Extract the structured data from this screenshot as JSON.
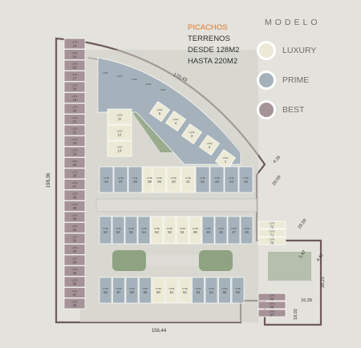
{
  "info": {
    "title": "PICACHOS",
    "line1": "TERRENOS",
    "line2": "DESDE 128M2",
    "line3": "HASTA 220M2",
    "accent_color": "#e2762d"
  },
  "legend": {
    "title": "MODELO",
    "items": [
      {
        "label": "LUXURY",
        "color": "#ecead6"
      },
      {
        "label": "PRIME",
        "color": "#a5b2bb"
      },
      {
        "label": "BEST",
        "color": "#a69397"
      }
    ]
  },
  "plan": {
    "colors": {
      "background": "#e3e2dc",
      "boundary": "#6e5a57",
      "luxury": "#ecead6",
      "prime": "#a5b2bb",
      "best": "#a69397",
      "garden": "#8fa383",
      "gravel": "#dcdbd5",
      "road": "#cfcfc9"
    },
    "lot_prefix": "LOTE",
    "dimensions": {
      "left_side": "198,36",
      "bottom": "156,44",
      "arc": "170,43",
      "d1": "4,26",
      "d2": "29,59",
      "d3": "29,59",
      "d4": "4,42",
      "d5": "1,42",
      "d6": "20,21",
      "d7": "16,39",
      "d8": "18,02"
    },
    "west_lots": [
      "14",
      "15",
      "16",
      "17",
      "18",
      "19",
      "20",
      "21",
      "22",
      "23",
      "24",
      "25",
      "26",
      "27",
      "28",
      "29",
      "30",
      "31",
      "32",
      "33",
      "34",
      "35",
      "36",
      "37",
      "38"
    ],
    "fan_lots": [
      "1",
      "2",
      "3",
      "4",
      "5",
      "6",
      "7",
      "8",
      "9",
      "10"
    ],
    "center_lots": [
      "11",
      "12",
      "13"
    ],
    "row_a_lots": [
      "34",
      "37",
      "39",
      "38",
      "39",
      "40",
      "41",
      "42",
      "43",
      "44",
      "45"
    ],
    "block_right_lots": [
      "72",
      "71",
      "70"
    ],
    "row_b_top": [
      "53",
      "54",
      "55",
      "54",
      "53",
      "52",
      "51",
      "50",
      "49",
      "48",
      "47",
      "46"
    ],
    "row_b_bottom": [
      "56",
      "57",
      "58",
      "59",
      "60",
      "61",
      "62",
      "63",
      "64",
      "65",
      "66"
    ],
    "block_br_lots": [
      "69",
      "68",
      "67"
    ]
  }
}
